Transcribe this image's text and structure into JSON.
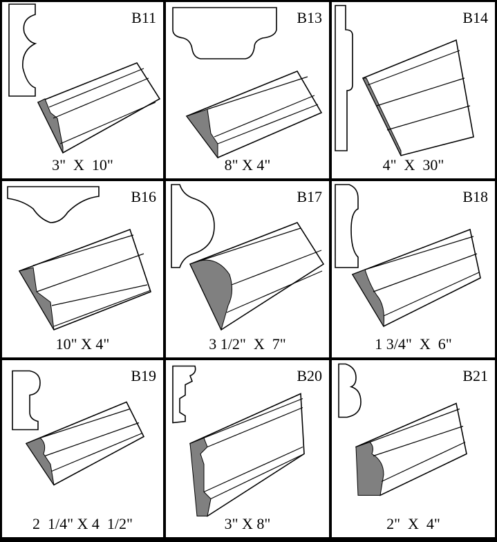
{
  "colors": {
    "border": "#000000",
    "shade": "#808080",
    "background": "#ffffff"
  },
  "moldings": [
    {
      "code": "B11",
      "size": "3\"  X  10\""
    },
    {
      "code": "B13",
      "size": "8\" X 4\""
    },
    {
      "code": "B14",
      "size": "4\"  X  30\""
    },
    {
      "code": "B16",
      "size": "10\" X 4\""
    },
    {
      "code": "B17",
      "size": "3 1/2\"  X  7\""
    },
    {
      "code": "B18",
      "size": "1 3/4\"  X  6\""
    },
    {
      "code": "B19",
      "size": "2  1/4\" X 4  1/2\""
    },
    {
      "code": "B20",
      "size": "3\" X 8\""
    },
    {
      "code": "B21",
      "size": "2\"  X  4\""
    }
  ]
}
